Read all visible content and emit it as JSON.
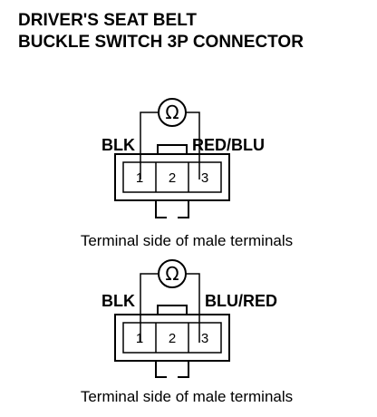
{
  "title": {
    "line1": "DRIVER'S SEAT BELT",
    "line2": "BUCKLE SWITCH 3P CONNECTOR"
  },
  "ohm_symbol": "Ω",
  "connectors": [
    {
      "left_wire": "BLK",
      "right_wire": "RED/BLU",
      "pins": [
        "1",
        "2",
        "3"
      ],
      "caption": "Terminal side of male terminals"
    },
    {
      "left_wire": "BLK",
      "right_wire": "BLU/RED",
      "pins": [
        "1",
        "2",
        "3"
      ],
      "caption": "Terminal side of male terminals"
    }
  ]
}
